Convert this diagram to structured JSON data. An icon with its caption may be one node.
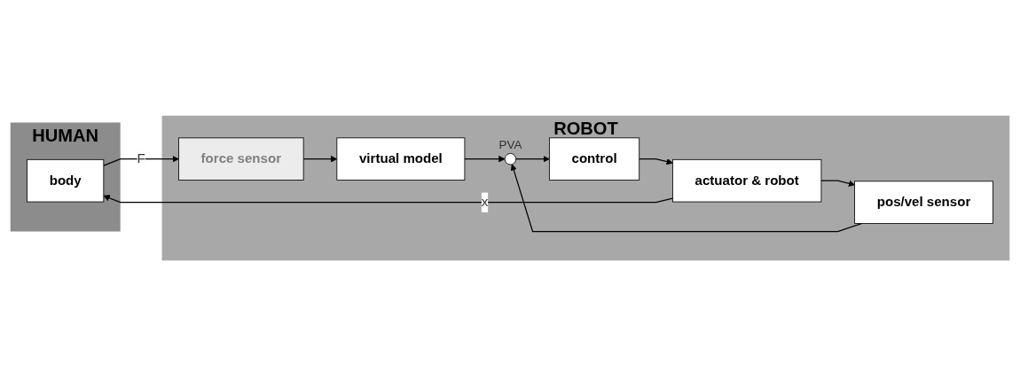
{
  "diagram": {
    "nodes": [
      {
        "text": [
          "HUMAN"
        ]
      },
      {
        "text": [
          "body"
        ],
        "in": 0
      },
      {
        "text": [
          "ROBOT"
        ]
      },
      {
        "text": [
          "force sensor"
        ],
        "in": 2
      },
      {
        "text": [
          "virtual model"
        ],
        "in": 2
      },
      {
        "text": [],
        "shape": "circle",
        "in": 2,
        "beside": [
          "PVA"
        ]
      },
      {
        "text": [
          "control"
        ],
        "in": 2
      },
      {
        "text": [
          "actuator & robot"
        ],
        "in": 2
      },
      {
        "text": [
          "pos/vel sensor"
        ],
        "in": 2
      }
    ],
    "edges": [
      {
        "from": 1,
        "to": 3,
        "arrow": "to",
        "label": "F"
      },
      {
        "from": 3,
        "to": 4,
        "arrow": "to"
      },
      {
        "from": 4,
        "to": 5,
        "arrow": "to"
      },
      {
        "from": 5,
        "to": 6,
        "arrow": "to"
      },
      {
        "from": 6,
        "to": 7,
        "arrow": "to"
      },
      {
        "from": 7,
        "to": 8,
        "arrow": "to"
      },
      {
        "from": 8,
        "to": 5,
        "arrow": "to"
      },
      {
        "from": 7,
        "to": 1,
        "arrow": "to",
        "label": "x"
      }
    ]
  }
}
